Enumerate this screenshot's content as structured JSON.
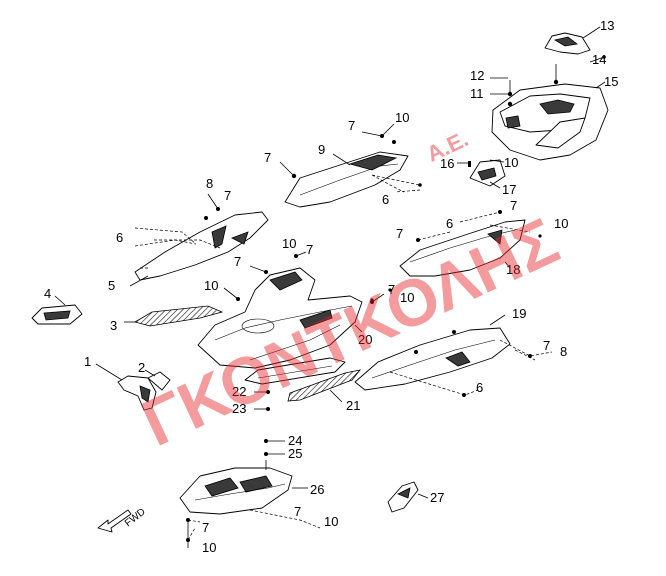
{
  "title": "",
  "watermark": {
    "text": "ΓΚΟΝΤΚΟΛΗΣ",
    "suffix": "Α.Ε.",
    "color": "#e8242a"
  },
  "direction_label": "FWD",
  "callouts": {
    "c1": "1",
    "c2": "2",
    "c3": "3",
    "c4": "4",
    "c5": "5",
    "c6a": "6",
    "c6b": "6",
    "c6c": "6",
    "c6d": "6",
    "c7a": "7",
    "c7b": "7",
    "c7c": "7",
    "c7d": "7",
    "c7e": "7",
    "c7f": "7",
    "c7g": "7",
    "c7h": "7",
    "c7i": "7",
    "c7j": "7",
    "c8a": "8",
    "c8b": "8",
    "c9": "9",
    "c10a": "10",
    "c10b": "10",
    "c10c": "10",
    "c10d": "10",
    "c10e": "10",
    "c10f": "10",
    "c10g": "10",
    "c10h": "10",
    "c11": "11",
    "c12": "12",
    "c13": "13",
    "c14": "14",
    "c15": "15",
    "c16": "16",
    "c17": "17",
    "c18": "18",
    "c19": "19",
    "c20": "20",
    "c21": "21",
    "c22": "22",
    "c23": "23",
    "c24": "24",
    "c25": "25",
    "c26": "26",
    "c27": "27"
  }
}
